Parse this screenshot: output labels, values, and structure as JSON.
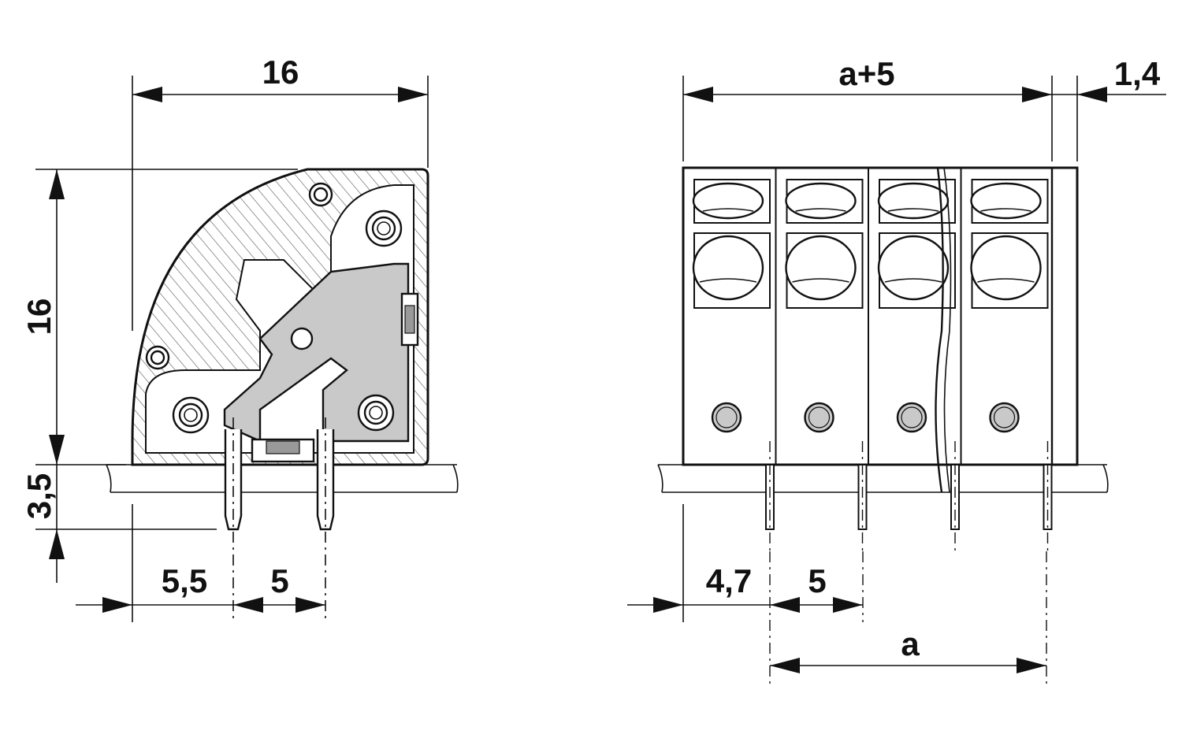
{
  "side_view": {
    "width_dim": "16",
    "height_dim": "16",
    "pin_length_dim": "3,5",
    "pin_offset_dim": "5,5",
    "pin_pitch_dim": "5"
  },
  "front_view": {
    "overall_dim": "a+5",
    "overhang_dim": "1,4",
    "edge_offset_dim": "4,7",
    "pitch_dim": "5",
    "span_dim": "a",
    "positions": 4
  }
}
